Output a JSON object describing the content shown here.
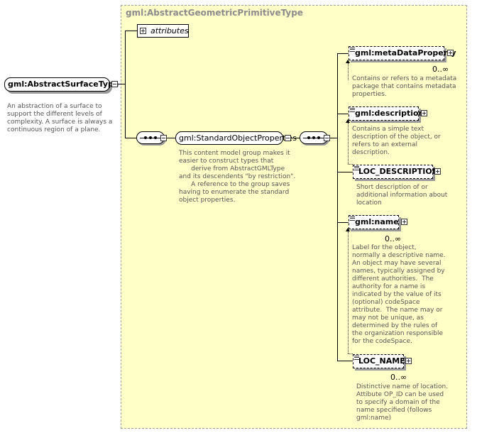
{
  "panel": {
    "title": "gml:AbstractGeometricPrimitiveType"
  },
  "root": {
    "label": "gml:AbstractSurfaceType",
    "doc": "An abstraction of a surface to\nsupport the different levels of\ncomplexity. A surface is always a\ncontinuous region of a plane."
  },
  "attributes": {
    "label": "attributes"
  },
  "group": {
    "label": "gml:StandardObjectProperties",
    "doc": "This content model group makes it\neasier to construct types that\n      derive from AbstractGMLType\nand its descendents \"by restriction\".\n      A reference to the group saves\nhaving to enumerate the standard\nobject properties."
  },
  "elements": [
    {
      "label": "gml:metaDataProperty",
      "cardinality": "0..∞",
      "doc": "Contains or refers to a metadata\npackage that contains metadata\nproperties."
    },
    {
      "label": "gml:description",
      "cardinality": "",
      "doc": "Contains a simple text\ndescription of the object, or\nrefers to an external\ndescription."
    },
    {
      "label": "LOC_DESCRIPTION",
      "cardinality": "",
      "doc": "Short description of or\nadditional information about\nlocation"
    },
    {
      "label": "gml:name",
      "cardinality": "0..∞",
      "doc": "Label for the object,\nnormally a descriptive name.\nAn object may have several\nnames, typically assigned by\ndifferent authorities.  The\nauthority for a name is\nindicated by the value of its\n(optional) codeSpace\nattribute.  The name may or\nmay not be unique, as\ndetermined by the rules of\nthe organization responsible\nfor the codeSpace."
    },
    {
      "label": "LOC_NAME",
      "cardinality": "0..∞",
      "doc": "Distinctive name of location.\nAttibute OP_ID can be used\nto specify a domain of the\nname specified (follows\ngml:name)"
    }
  ]
}
